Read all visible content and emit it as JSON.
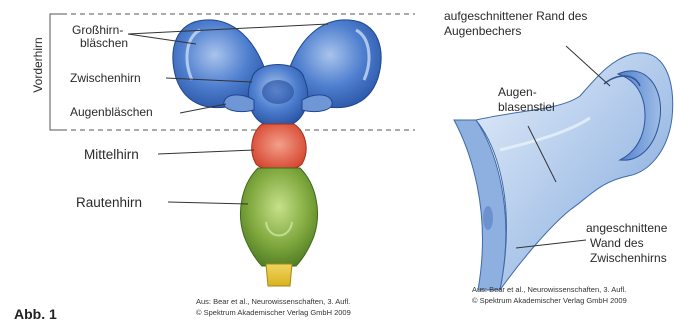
{
  "left": {
    "vertical_label": "Vorderhirn",
    "labels": {
      "grosshirn_1": "Großhirn-",
      "grosshirn_2": "bläschen",
      "zwischenhirn": "Zwischenhirn",
      "augenblaeschen": "Augenbläschen",
      "mittelhirn": "Mittelhirn",
      "rautenhirn": "Rautenhirn"
    },
    "credit_1": "Aus: Bear et al., Neurowissenschaften, 3. Aufl.",
    "credit_2": "© Spektrum Akademischer Verlag GmbH 2009"
  },
  "right": {
    "labels": {
      "rand_1": "aufgeschnittener Rand des",
      "rand_2": "Augenbechers",
      "stiel_1": "Augen-",
      "stiel_2": "blasenstiel",
      "wand_1": "angeschnittene",
      "wand_2": "Wand des",
      "wand_3": "Zwischenhirns"
    },
    "credit_1": "Aus: Bear et al., Neurowissenschaften, 3. Aufl.",
    "credit_2": "© Spektrum Akademischer Verlag GmbH 2009"
  },
  "figure_number": "Abb. 1",
  "colors": {
    "forebrain_blue": "#3f72c4",
    "midbrain_red": "#e0533d",
    "hindbrain_green": "#7aa23a",
    "spinal_yellow": "#e6c830",
    "optic_cup": "#7ea6d8"
  }
}
